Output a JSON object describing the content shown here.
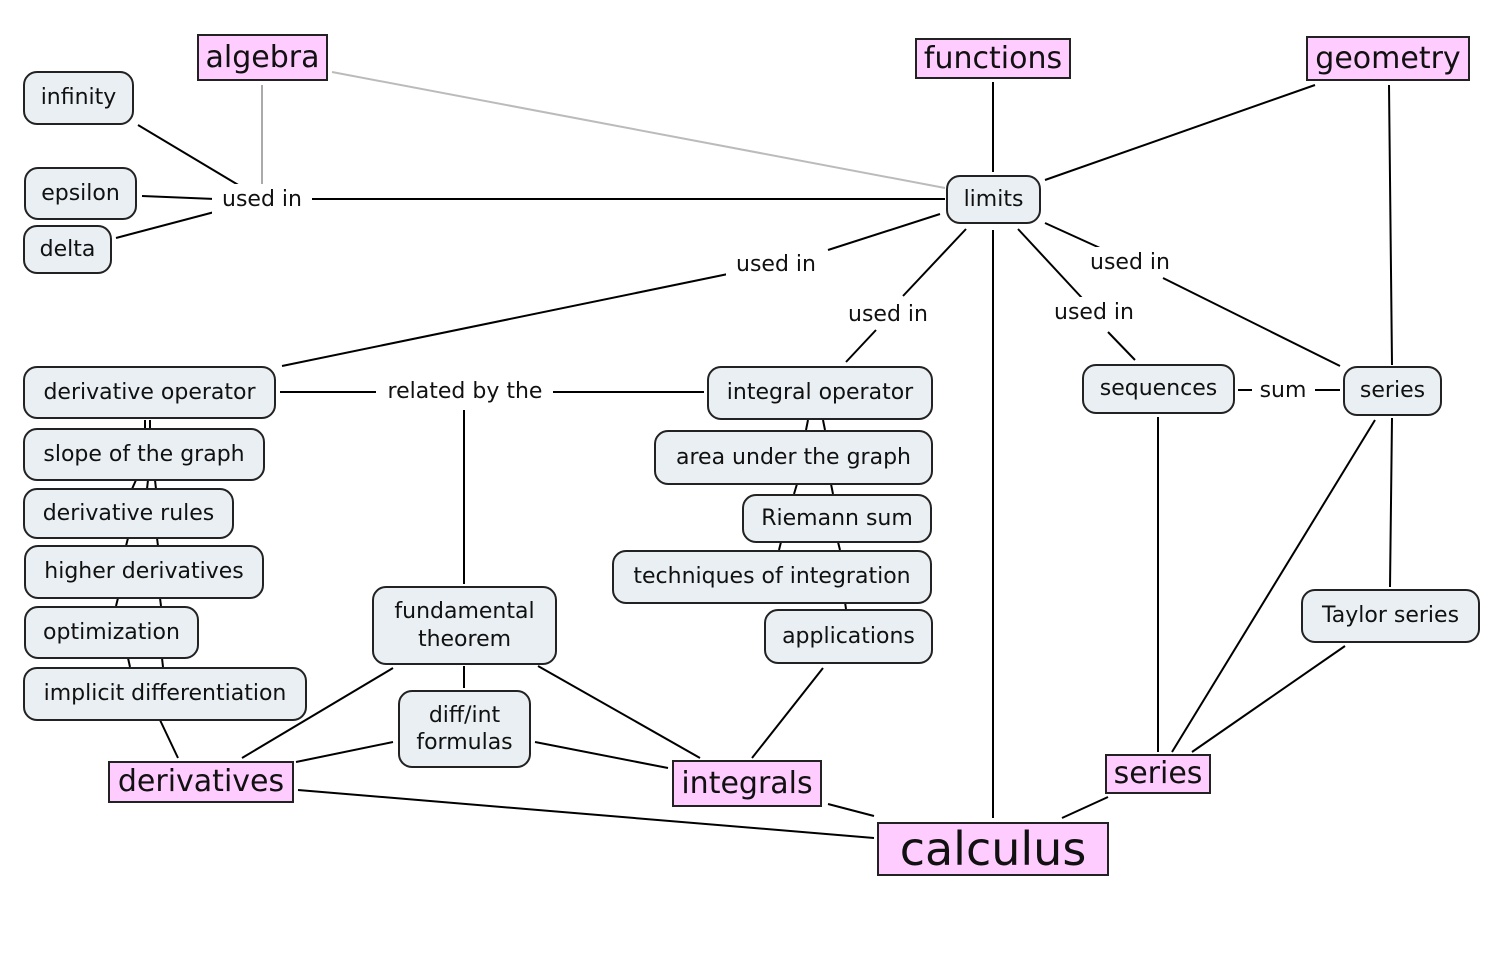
{
  "concepts": {
    "algebra": "algebra",
    "functions": "functions",
    "geometry": "geometry",
    "calculus": "calculus",
    "derivatives": "derivatives",
    "integrals": "integrals",
    "series_main": "series"
  },
  "nodes": {
    "infinity": "infinity",
    "epsilon": "epsilon",
    "delta": "delta",
    "limits": "limits",
    "derivative_operator": "derivative operator",
    "slope_of_the_graph": "slope of the graph",
    "derivative_rules": "derivative rules",
    "higher_derivatives": "higher derivatives",
    "optimization": "optimization",
    "implicit_differentiation": "implicit differentiation",
    "integral_operator": "integral operator",
    "area_under_the_graph": "area under the graph",
    "riemann_sum": "Riemann sum",
    "techniques_of_integration": "techniques of integration",
    "applications": "applications",
    "fundamental_theorem": "fundamental theorem",
    "diff_int_formulas": "diff/int formulas",
    "sequences": "sequences",
    "series": "series",
    "taylor_series": "Taylor series"
  },
  "link_labels": {
    "used_in_left": "used in",
    "used_in_derivative": "used in",
    "used_in_integral": "used in",
    "used_in_sequences": "used in",
    "used_in_series": "used in",
    "related_by_the": "related by the",
    "sum": "sum"
  },
  "colors": {
    "concept_fill": "#ffccff",
    "node_fill": "#e9eff2",
    "line": "#000000",
    "faint_line": "#bbbbbb"
  }
}
